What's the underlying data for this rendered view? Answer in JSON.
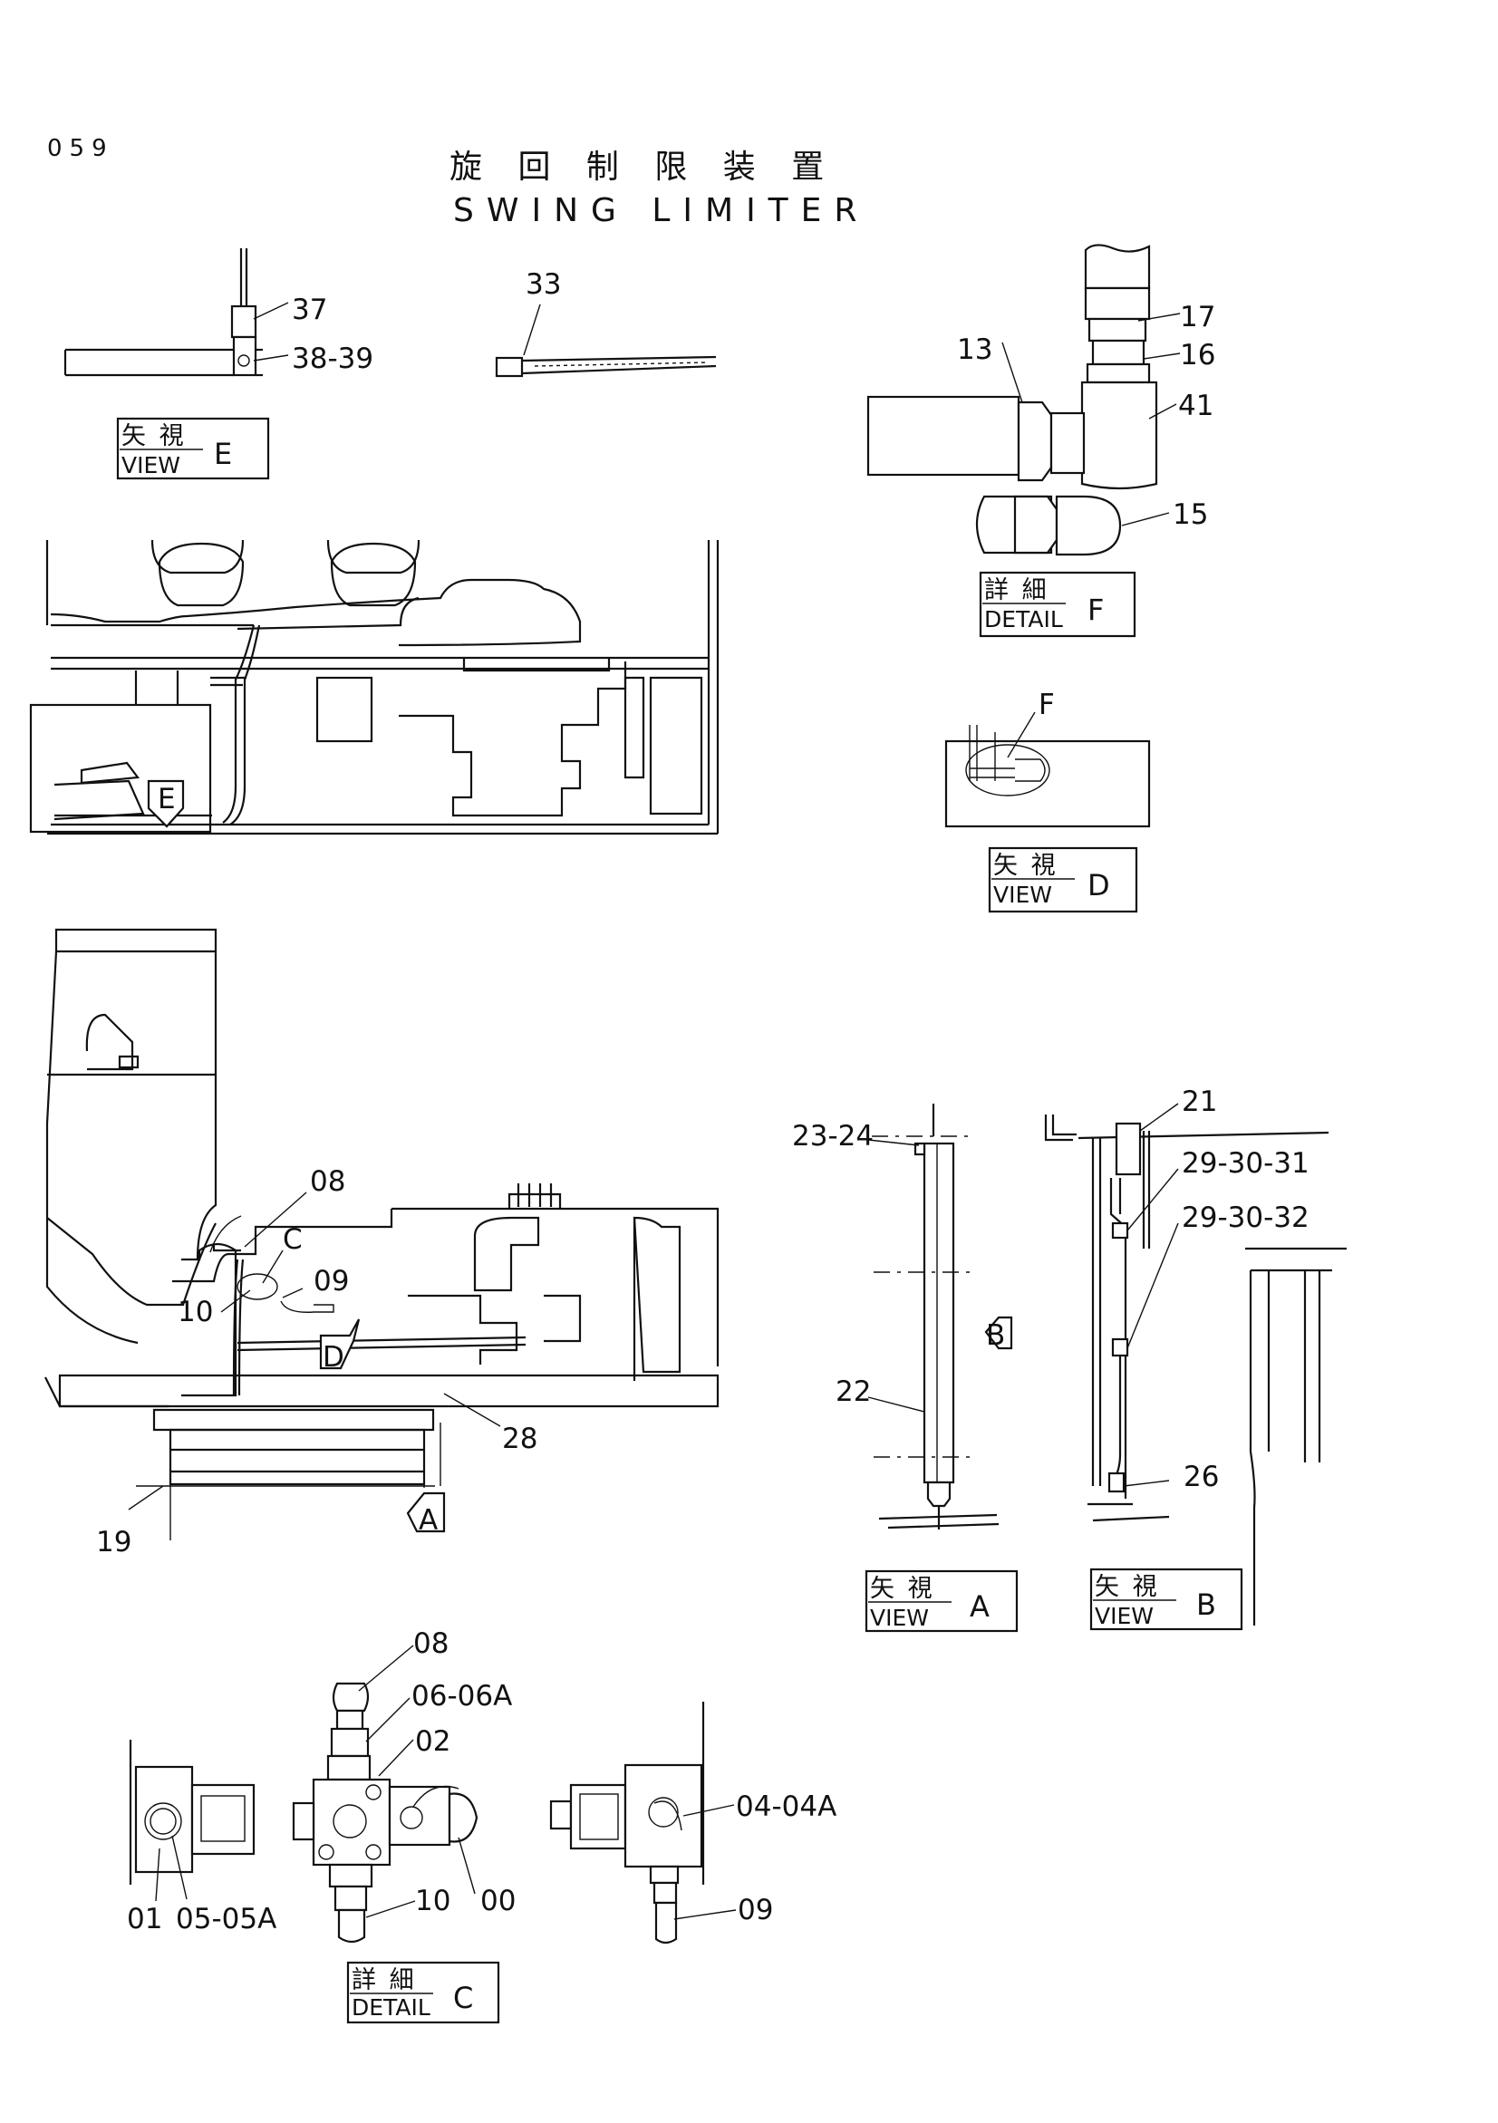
{
  "header": {
    "page_number": "059",
    "title_jp": "旋 回 制 限 装 置",
    "title_en": "SWING LIMITER"
  },
  "view_boxes": {
    "view_e": {
      "jp": "矢 視",
      "en": "VIEW",
      "letter": "E"
    },
    "view_d": {
      "jp": "矢 視",
      "en": "VIEW",
      "letter": "D"
    },
    "view_a": {
      "jp": "矢 視",
      "en": "VIEW",
      "letter": "A"
    },
    "view_b": {
      "jp": "矢 視",
      "en": "VIEW",
      "letter": "B"
    },
    "detail_f": {
      "jp": "詳 細",
      "en": "DETAIL",
      "letter": "F"
    },
    "detail_c": {
      "jp": "詳 細",
      "en": "DETAIL",
      "letter": "C"
    }
  },
  "callouts": {
    "p37": "37",
    "p38_39": "38-39",
    "p33": "33",
    "p13": "13",
    "p17": "17",
    "p16": "16",
    "p41": "41",
    "p15": "15",
    "pF": "F",
    "arrowE": "E",
    "p08a": "08",
    "pC": "C",
    "p09a": "09",
    "p10a": "10",
    "arrowD": "D",
    "p28": "28",
    "p19": "19",
    "arrowA": "A",
    "p23_24": "23-24",
    "p22": "22",
    "arrowB": "B",
    "p21": "21",
    "p29_30_31": "29-30-31",
    "p29_30_32": "29-30-32",
    "p26": "26",
    "p08b": "08",
    "p06_06a": "06-06A",
    "p02": "02",
    "p04_04a": "04-04A",
    "p01": "01",
    "p05_05a": "05-05A",
    "p10b": "10",
    "p00": "00",
    "p09b": "09"
  }
}
